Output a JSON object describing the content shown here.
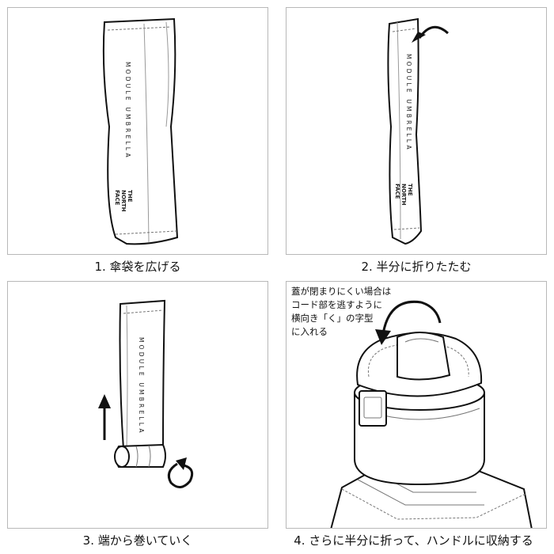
{
  "product": {
    "bag_text": "MODULE UMBRELLA",
    "logo_line1": "THE",
    "logo_line2": "NORTH",
    "logo_line3": "FACE"
  },
  "steps": [
    {
      "caption": "1. 傘袋を広げる"
    },
    {
      "caption": "2. 半分に折りたたむ"
    },
    {
      "caption": "3. 端から巻いていく"
    },
    {
      "caption": "4. さらに半分に折って、ハンドルに収納する"
    }
  ],
  "note": {
    "line1": "蓋が閉まりにくい場合は",
    "line2": "コード部を逃すように",
    "line3": "横向き「く」の字型",
    "line4": "に入れる"
  }
}
